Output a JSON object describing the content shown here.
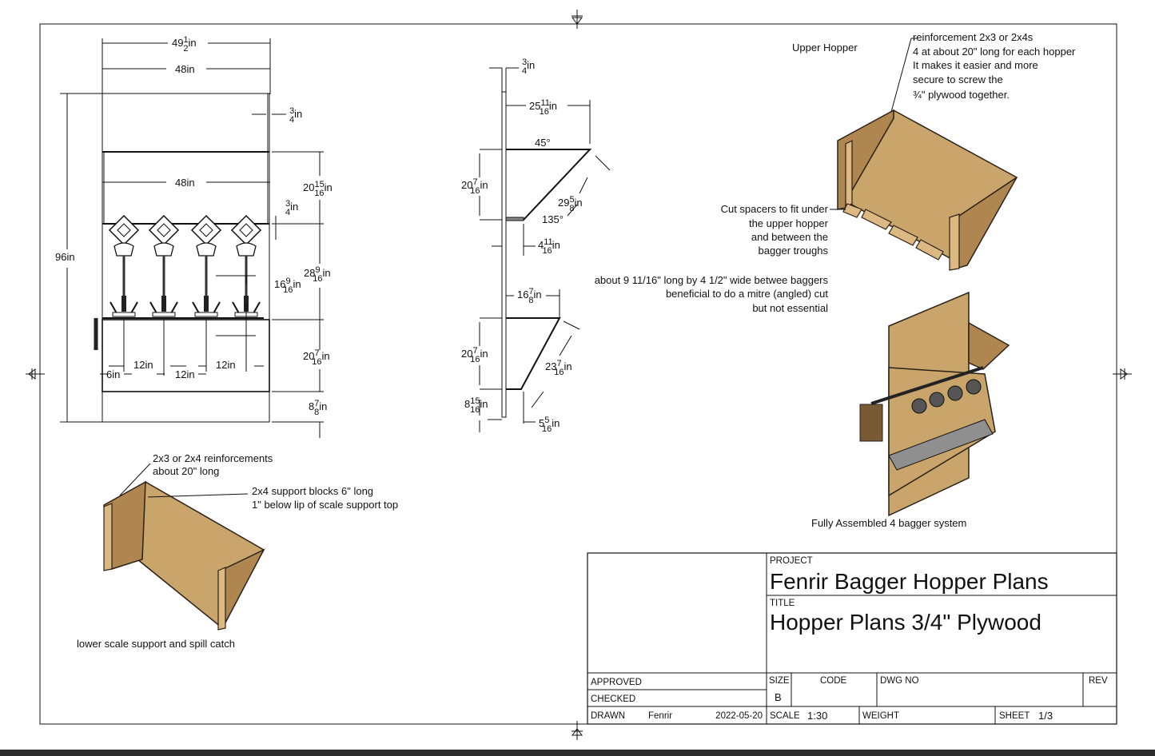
{
  "title_block": {
    "project_label": "PROJECT",
    "project": "Fenrir Bagger Hopper Plans",
    "title_label": "TITLE",
    "title": "Hopper Plans 3/4\" Plywood",
    "approved_label": "APPROVED",
    "checked_label": "CHECKED",
    "drawn_label": "DRAWN",
    "drawn_by": "Fenrir",
    "drawn_date": "2022-05-20",
    "size_label": "SIZE",
    "size": "B",
    "code_label": "CODE",
    "dwg_no_label": "DWG NO",
    "rev_label": "REV",
    "scale_label": "SCALE",
    "scale": "1:30",
    "weight_label": "WEIGHT",
    "sheet_label": "SHEET",
    "sheet": "1/3"
  },
  "front_view_dims": [
    {
      "whole": "49",
      "num": "1",
      "den": "2",
      "unit": "in"
    },
    {
      "whole": "48",
      "num": "",
      "den": "",
      "unit": "in"
    },
    {
      "whole": "",
      "num": "3",
      "den": "4",
      "unit": "in"
    },
    {
      "whole": "48",
      "num": "",
      "den": "",
      "unit": "in"
    },
    {
      "whole": "20",
      "num": "15",
      "den": "16",
      "unit": "in"
    },
    {
      "whole": "",
      "num": "3",
      "den": "4",
      "unit": "in"
    },
    {
      "whole": "96",
      "num": "",
      "den": "",
      "unit": "in"
    },
    {
      "whole": "28",
      "num": "9",
      "den": "16",
      "unit": "in"
    },
    {
      "whole": "16",
      "num": "9",
      "den": "16",
      "unit": "in"
    },
    {
      "whole": "20",
      "num": "7",
      "den": "16",
      "unit": "in"
    },
    {
      "whole": "8",
      "num": "7",
      "den": "8",
      "unit": "in"
    },
    {
      "whole": "12",
      "num": "",
      "den": "",
      "unit": "in"
    },
    {
      "whole": "12",
      "num": "",
      "den": "",
      "unit": "in"
    },
    {
      "whole": "12",
      "num": "",
      "den": "",
      "unit": "in"
    },
    {
      "whole": "6",
      "num": "",
      "den": "",
      "unit": "in"
    }
  ],
  "side_view_dims": [
    {
      "whole": "",
      "num": "3",
      "den": "4",
      "unit": "in"
    },
    {
      "whole": "25",
      "num": "11",
      "den": "16",
      "unit": "in"
    },
    {
      "whole": "45°",
      "num": "",
      "den": "",
      "unit": ""
    },
    {
      "whole": "20",
      "num": "7",
      "den": "16",
      "unit": "in"
    },
    {
      "whole": "29",
      "num": "5",
      "den": "8",
      "unit": "in"
    },
    {
      "whole": "135°",
      "num": "",
      "den": "",
      "unit": ""
    },
    {
      "whole": "4",
      "num": "11",
      "den": "16",
      "unit": "in"
    },
    {
      "whole": "16",
      "num": "7",
      "den": "8",
      "unit": "in"
    },
    {
      "whole": "20",
      "num": "7",
      "den": "16",
      "unit": "in"
    },
    {
      "whole": "23",
      "num": "7",
      "den": "16",
      "unit": "in"
    },
    {
      "whole": "8",
      "num": "15",
      "den": "16",
      "unit": "in"
    },
    {
      "whole": "5",
      "num": "5",
      "den": "16",
      "unit": "in"
    }
  ],
  "annotations": {
    "upper_hopper": "Upper Hopper",
    "reinforcement": [
      "reinforcement 2x3 or 2x4s",
      "4 at about 20\" long for each hopper",
      "It makes it easier and more",
      "secure to screw the",
      "¾\" plywood together."
    ],
    "spacers": [
      "Cut spacers to fit under",
      "the upper hopper",
      "and between the",
      "bagger troughs"
    ],
    "spacer_size": [
      "about 9 11/16\" long by 4 1/2\" wide betwee baggers",
      "beneficial to do a mitre (angled) cut",
      "but not essential"
    ],
    "assembled": "Fully Assembled 4 bagger system",
    "lower_reinf": [
      "2x3 or 2x4 reinforcements",
      "about 20\" long"
    ],
    "support_blocks": [
      "2x4 support blocks 6\" long",
      "1\" below lip of scale support top"
    ],
    "lower_caption": "lower scale support and spill catch"
  },
  "colors": {
    "wood": "#c9a46b",
    "line": "#111111"
  }
}
